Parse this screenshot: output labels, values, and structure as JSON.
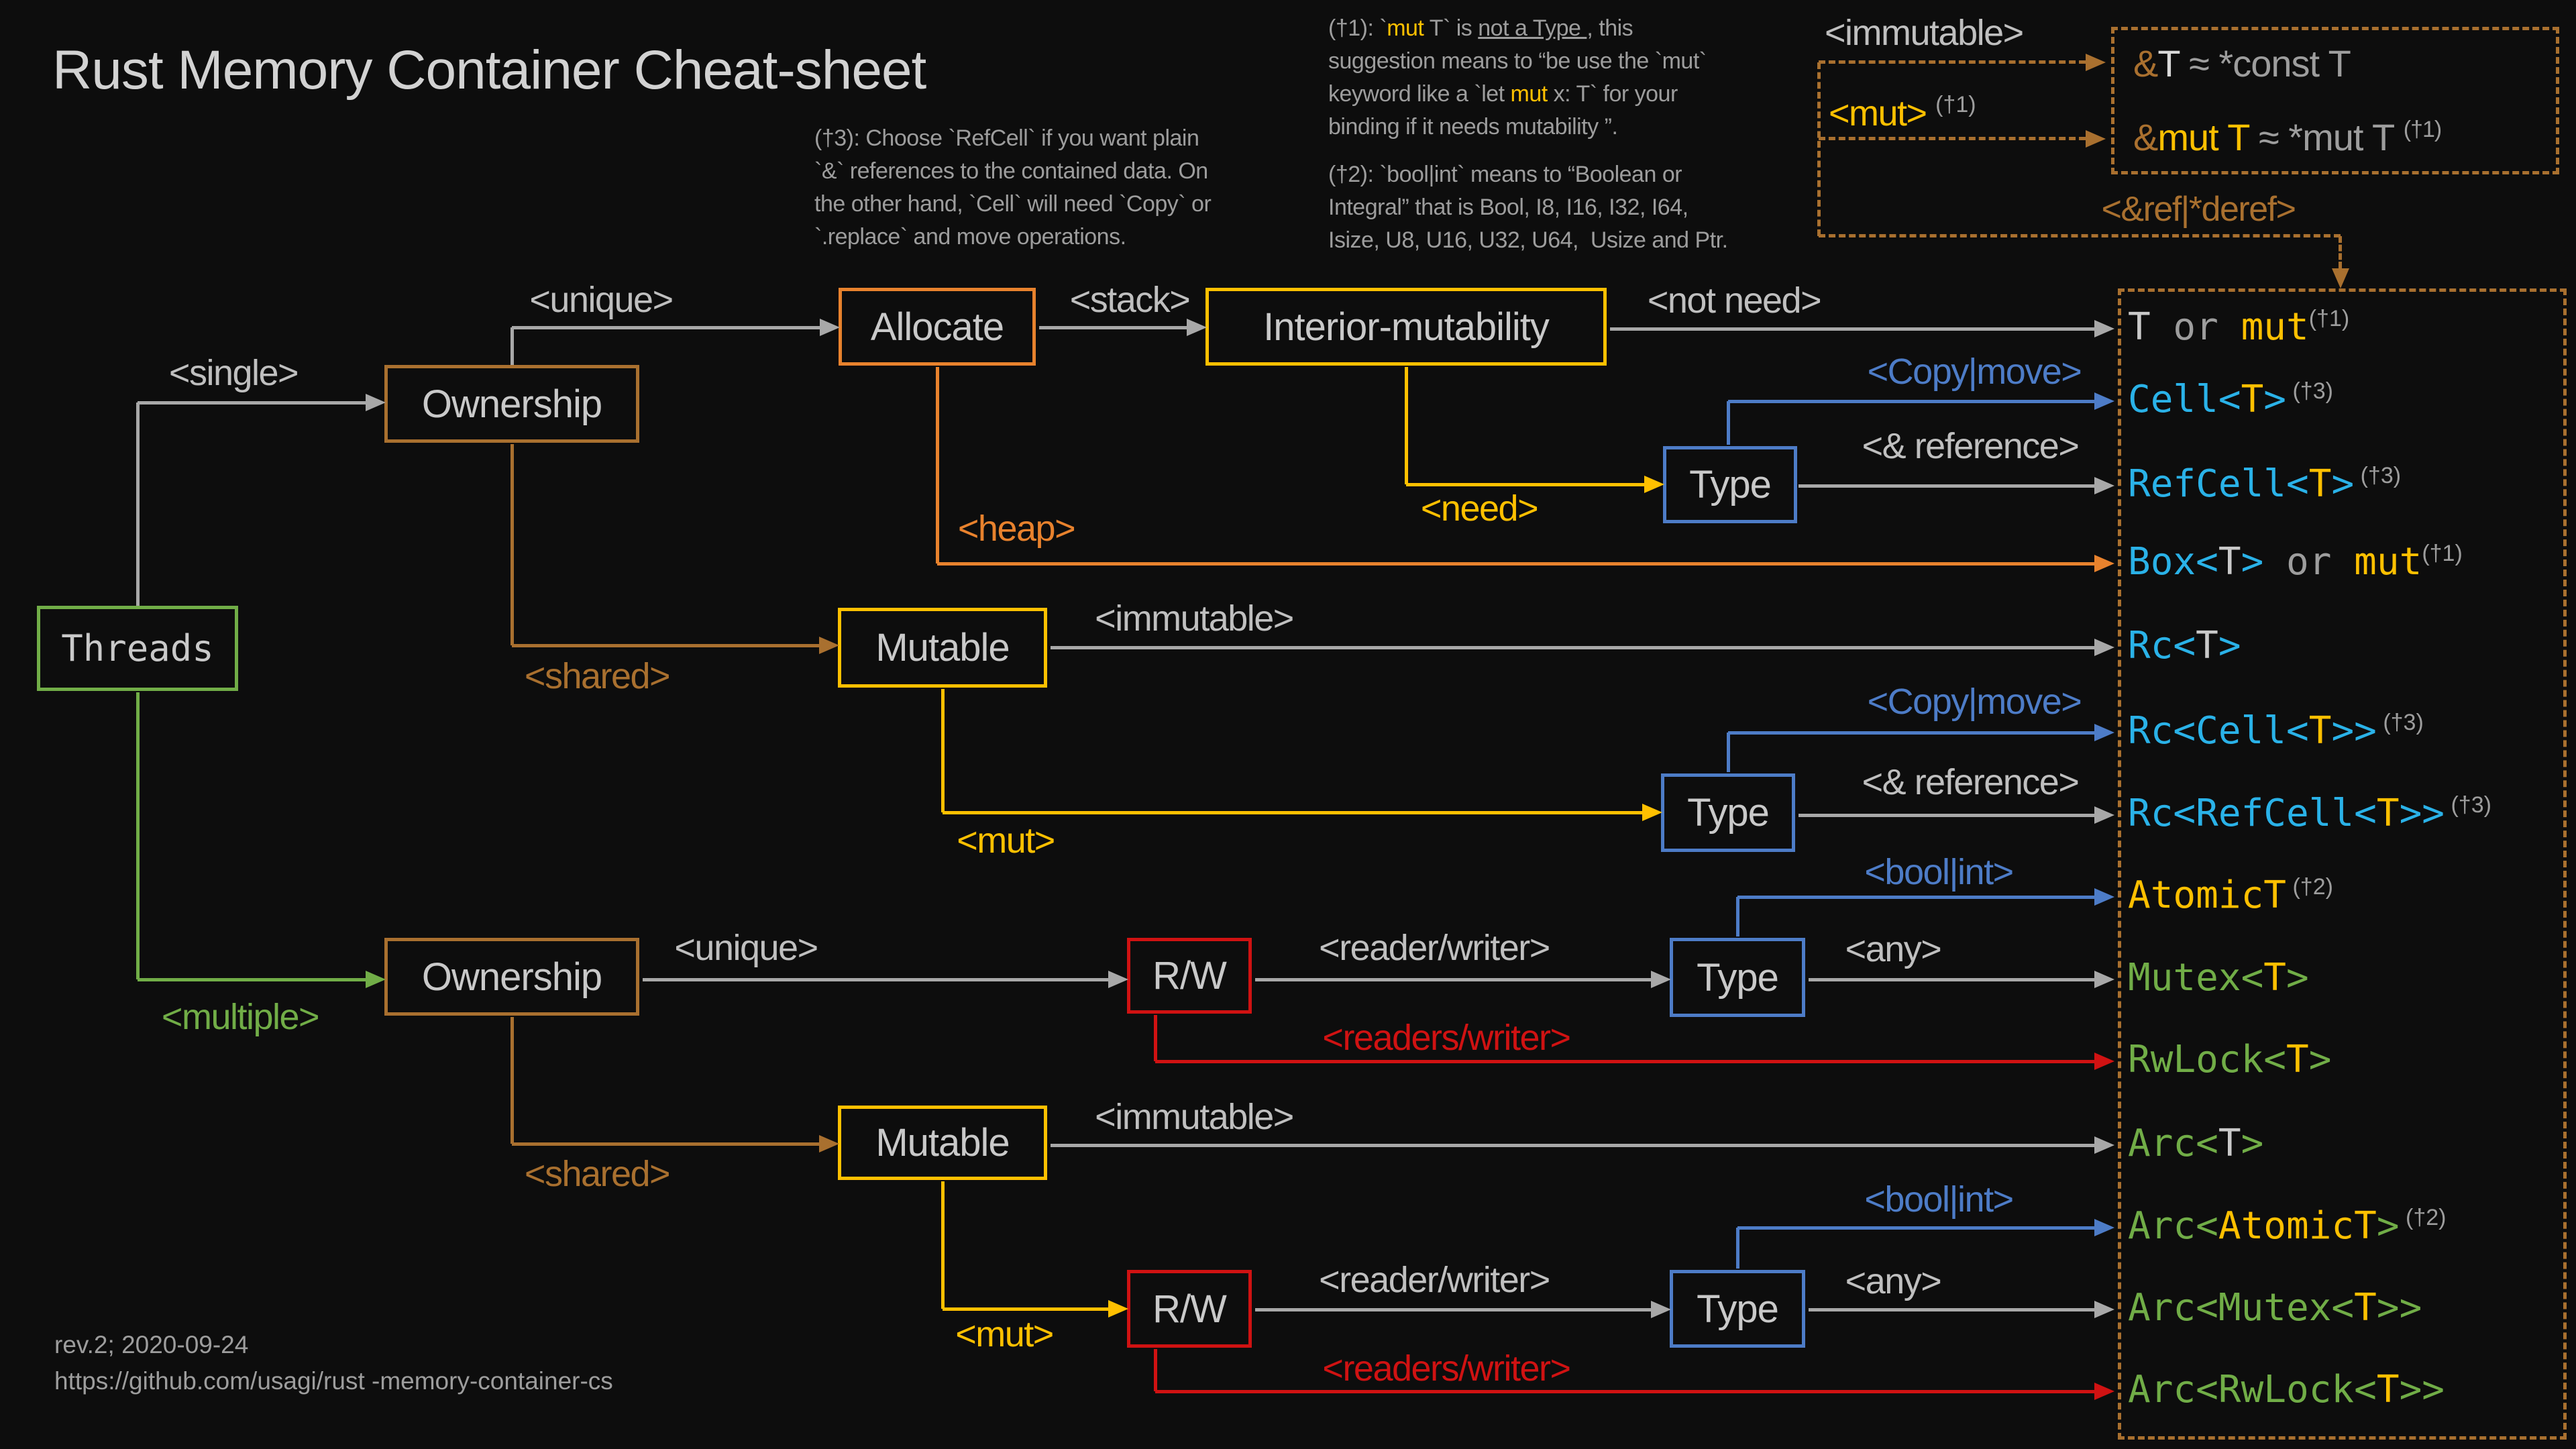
{
  "title": "Rust Memory Container Cheat-sheet",
  "footer": {
    "rev": "rev.2; 2020-09-24",
    "url": "https://github.com/usagi/rust -memory-container-cs"
  },
  "palette": {
    "bg": "#0d0d0d",
    "textgray": "#c9c9c9",
    "labelgray": "#bfbfbf",
    "linegray": "#a8a8a8",
    "dim": "#9d9d9d",
    "green": "#71ad47",
    "brown": "#a9702f",
    "orange": "#e8822d",
    "yellow": "#ffc000",
    "blue": "#4d7cc7",
    "cyan": "#2ab2e8",
    "red": "#d01212"
  },
  "nodes": {
    "threads": "Threads",
    "ownership1": "Ownership",
    "allocate": "Allocate",
    "interior": "Interior-mutability",
    "mutable1": "Mutable",
    "type": "Type",
    "ownership2": "Ownership",
    "rw": "R/W",
    "mutable2": "Mutable"
  },
  "edge_labels": {
    "single": "<single>",
    "multiple": "<multiple>",
    "unique": "<unique>",
    "shared": "<shared>",
    "stack": "<stack>",
    "heap": "<heap>",
    "not_need": "<not need>",
    "need": "<need>",
    "immutable": "<immutable>",
    "mut": "<mut>",
    "copy_move": "<Copy|move>",
    "amp_reference": "<& reference>",
    "reader_writer": "<reader/writer>",
    "readers_writer": "<readers/writer>",
    "bool_int": "<bool|int>",
    "any": "<any>"
  },
  "legend": {
    "immutable_label": "<immutable>",
    "mut_label": "<mut>",
    "mut_sup": "(†1)",
    "ref_deref": "<&ref|*deref>",
    "eq1": [
      {
        "t": "&",
        "c": "brown"
      },
      {
        "t": "T",
        "c": "bright"
      },
      {
        "t": " ≈ *const T",
        "c": "eq-gray"
      }
    ],
    "eq2": [
      {
        "t": "&",
        "c": "brown"
      },
      {
        "t": "mut T",
        "c": "y"
      },
      {
        "t": " ≈ *mut T ",
        "c": "eq-gray"
      },
      {
        "t": "(†1)",
        "c": "sup"
      }
    ]
  },
  "notes": {
    "n1": {
      "lines": [
        [
          {
            "t": "(†1): `"
          },
          {
            "t": "mut",
            "s": "mut"
          },
          {
            "t": " T` is "
          },
          {
            "t": "not a Type ",
            "s": "u"
          },
          {
            "t": ", this"
          }
        ],
        [
          {
            "t": "suggestion means to “be use the `mut`"
          }
        ],
        [
          {
            "t": "keyword like a `let "
          },
          {
            "t": "mut",
            "s": "mut"
          },
          {
            "t": " x: T` for your"
          }
        ],
        [
          {
            "t": "binding if it needs mutability ”."
          }
        ]
      ]
    },
    "n2": {
      "lines": [
        [
          {
            "t": "(†2): `bool|int` means to “Boolean or"
          }
        ],
        [
          {
            "t": "Integral” that is Bool, I8, I16, I32, I64,"
          }
        ],
        [
          {
            "t": "Isize, U8, U16, U32, U64,  Usize and Ptr."
          }
        ]
      ]
    },
    "n3": {
      "lines": [
        [
          {
            "t": "(†3): Choose `RefCell` if you want plain"
          }
        ],
        [
          {
            "t": "`&` references to the contained data. On"
          }
        ],
        [
          {
            "t": "the other hand, `Cell` will need `Copy` or"
          }
        ],
        [
          {
            "t": "`.replace` and move operations."
          }
        ]
      ]
    }
  },
  "rows": [
    {
      "via": "not-need",
      "segments": [
        {
          "t": "T",
          "c": "tg"
        },
        {
          "t": " or ",
          "c": "or"
        },
        {
          "t": "mut",
          "c": "y"
        },
        {
          "t": "(†1)",
          "c": "sup"
        }
      ]
    },
    {
      "via": "copy-move",
      "segments": [
        {
          "t": "Cell<",
          "c": "c"
        },
        {
          "t": "T",
          "c": "y"
        },
        {
          "t": ">",
          "c": "c"
        },
        {
          "t": " (†3)",
          "c": "sup"
        }
      ]
    },
    {
      "via": "reference",
      "segments": [
        {
          "t": "RefCell<",
          "c": "c"
        },
        {
          "t": "T",
          "c": "y"
        },
        {
          "t": ">",
          "c": "c"
        },
        {
          "t": " (†3)",
          "c": "sup"
        }
      ]
    },
    {
      "via": "heap",
      "segments": [
        {
          "t": "Box<",
          "c": "c"
        },
        {
          "t": "T",
          "c": "tg"
        },
        {
          "t": ">",
          "c": "c"
        },
        {
          "t": " or ",
          "c": "or"
        },
        {
          "t": "mut",
          "c": "y"
        },
        {
          "t": "(†1)",
          "c": "sup"
        }
      ]
    },
    {
      "via": "immutable",
      "segments": [
        {
          "t": "Rc<",
          "c": "c"
        },
        {
          "t": "T",
          "c": "tg"
        },
        {
          "t": ">",
          "c": "c"
        }
      ]
    },
    {
      "via": "copy-move",
      "segments": [
        {
          "t": "Rc<Cell<",
          "c": "c"
        },
        {
          "t": "T",
          "c": "y"
        },
        {
          "t": ">>",
          "c": "c"
        },
        {
          "t": " (†3)",
          "c": "sup"
        }
      ]
    },
    {
      "via": "reference",
      "segments": [
        {
          "t": "Rc<RefCell<",
          "c": "c"
        },
        {
          "t": "T",
          "c": "y"
        },
        {
          "t": ">>",
          "c": "c"
        },
        {
          "t": " (†3)",
          "c": "sup"
        }
      ]
    },
    {
      "via": "bool-int",
      "segments": [
        {
          "t": "AtomicT",
          "c": "y"
        },
        {
          "t": " (†2)",
          "c": "sup"
        }
      ]
    },
    {
      "via": "any",
      "segments": [
        {
          "t": "Mutex<",
          "c": "g"
        },
        {
          "t": "T",
          "c": "y"
        },
        {
          "t": ">",
          "c": "g"
        }
      ]
    },
    {
      "via": "readers-writer",
      "segments": [
        {
          "t": "RwLock<",
          "c": "g"
        },
        {
          "t": "T",
          "c": "y"
        },
        {
          "t": ">",
          "c": "g"
        }
      ]
    },
    {
      "via": "immutable",
      "segments": [
        {
          "t": "Arc<",
          "c": "g"
        },
        {
          "t": "T",
          "c": "tg"
        },
        {
          "t": ">",
          "c": "g"
        }
      ]
    },
    {
      "via": "bool-int",
      "segments": [
        {
          "t": "Arc<",
          "c": "g"
        },
        {
          "t": "AtomicT",
          "c": "y"
        },
        {
          "t": ">",
          "c": "g"
        },
        {
          "t": " (†2)",
          "c": "sup"
        }
      ]
    },
    {
      "via": "any",
      "segments": [
        {
          "t": "Arc<Mutex<",
          "c": "g"
        },
        {
          "t": "T",
          "c": "y"
        },
        {
          "t": ">>",
          "c": "g"
        }
      ]
    },
    {
      "via": "readers-writer",
      "segments": [
        {
          "t": "Arc<RwLock<",
          "c": "g"
        },
        {
          "t": "T",
          "c": "y"
        },
        {
          "t": ">>",
          "c": "g"
        }
      ]
    }
  ]
}
